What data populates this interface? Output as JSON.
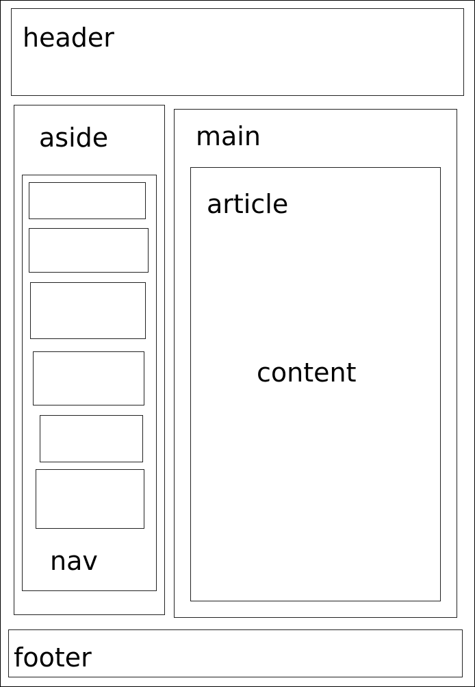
{
  "labels": {
    "header": "header",
    "aside": "aside",
    "nav": "nav",
    "main": "main",
    "article": "article",
    "content": "content",
    "footer": "footer"
  }
}
